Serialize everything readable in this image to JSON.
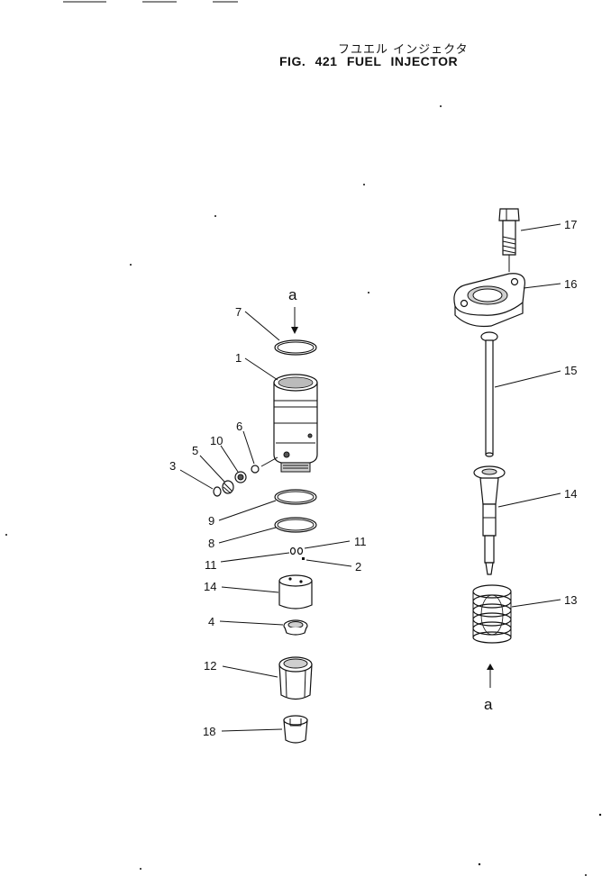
{
  "figure": {
    "title_jp": "フユエル インジェクタ",
    "title_en": "FIG. 421  FUEL  INJECTOR"
  },
  "section_marks": {
    "top": "a",
    "bottom": "a"
  },
  "callouts": {
    "c1": "1",
    "c2": "2",
    "c3": "3",
    "c4": "4",
    "c5": "5",
    "c6": "6",
    "c7": "7",
    "c8": "8",
    "c9": "9",
    "c10": "10",
    "c11a": "11",
    "c11b": "11",
    "c12": "12",
    "c13": "13",
    "c14a": "14",
    "c14b": "14",
    "c15": "15",
    "c16": "16",
    "c17": "17",
    "c18": "18"
  }
}
